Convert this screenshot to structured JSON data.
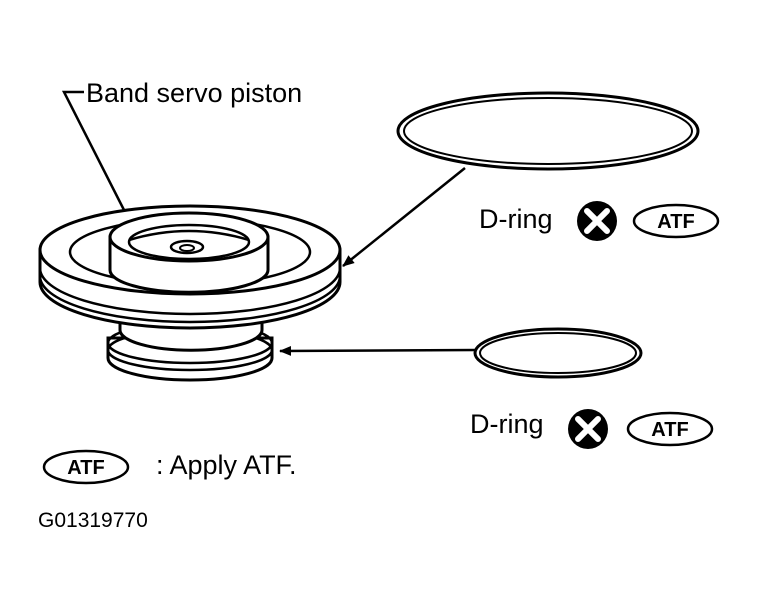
{
  "labels": {
    "band_servo_piston": "Band servo piston",
    "d_ring_upper": "D-ring",
    "d_ring_lower": "D-ring",
    "apply_atf": ": Apply ATF.",
    "figure_code": "G01319770"
  },
  "badges": {
    "atf_upper": "ATF",
    "atf_lower": "ATF",
    "atf_legend": "ATF"
  }
}
